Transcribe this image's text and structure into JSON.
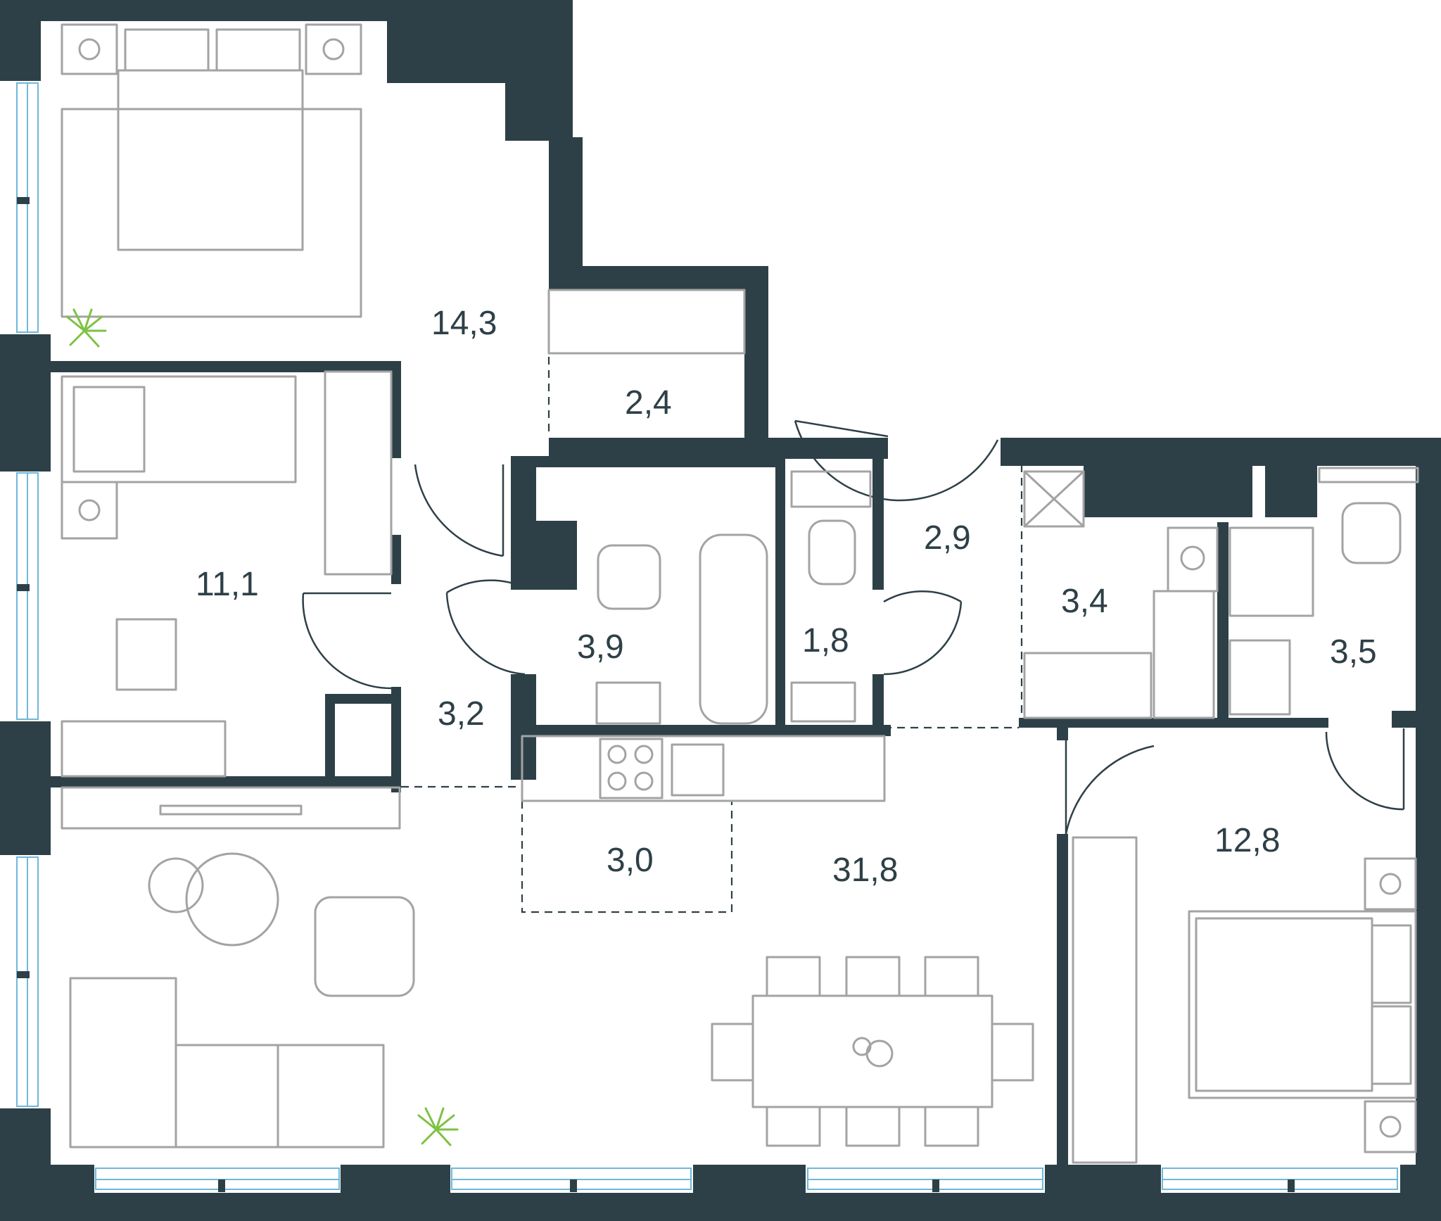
{
  "rooms": [
    {
      "id": "bedroom-1",
      "area": "14,3"
    },
    {
      "id": "storage",
      "area": "2,4"
    },
    {
      "id": "bedroom-2",
      "area": "11,1"
    },
    {
      "id": "corridor-left",
      "area": "3,2"
    },
    {
      "id": "bathroom-1",
      "area": "3,9"
    },
    {
      "id": "wc-1",
      "area": "1,8"
    },
    {
      "id": "hall",
      "area": "2,9"
    },
    {
      "id": "laundry",
      "area": "3,4"
    },
    {
      "id": "bathroom-2",
      "area": "3,5"
    },
    {
      "id": "kitchen",
      "area": "3,0"
    },
    {
      "id": "living-room",
      "area": "31,8"
    },
    {
      "id": "bedroom-3",
      "area": "12,8"
    }
  ],
  "colors": {
    "wall": "#2e4047",
    "window": "#6fb8d8",
    "furniture": "#a3a3a3",
    "plant": "#7cc243"
  }
}
